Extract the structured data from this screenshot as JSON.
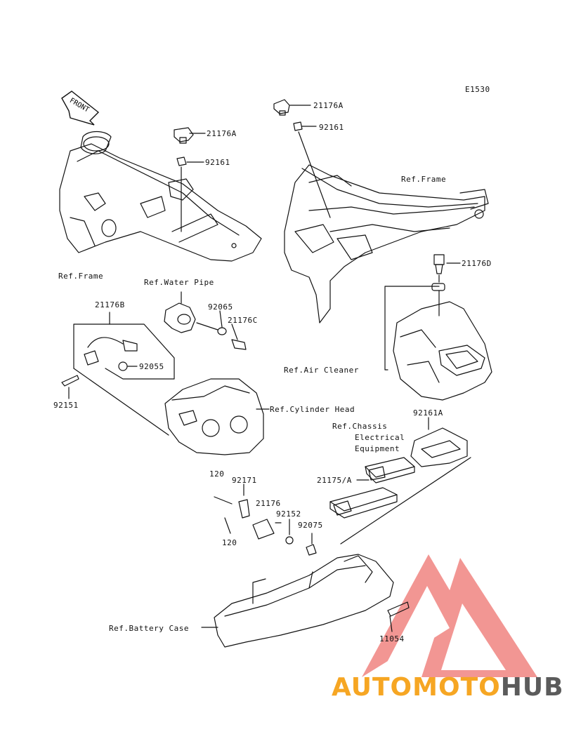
{
  "diagram_code": "E1530",
  "front_label": "FRONT",
  "labels": {
    "p_21176A_left": "21176A",
    "p_92161_left": "92161",
    "ref_frame_left": "Ref.Frame",
    "p_21176A_right": "21176A",
    "p_92161_right": "92161",
    "ref_frame_right": "Ref.Frame",
    "p_21176D": "21176D",
    "ref_water_pipe": "Ref.Water Pipe",
    "p_21176B": "21176B",
    "p_92065": "92065",
    "p_21176C": "21176C",
    "p_92055": "92055",
    "p_92151": "92151",
    "ref_air_cleaner": "Ref.Air Cleaner",
    "ref_cylinder_head": "Ref.Cylinder Head",
    "p_92161A": "92161A",
    "ref_chassis_1": "Ref.Chassis",
    "ref_chassis_2": "Electrical",
    "ref_chassis_3": "Equipment",
    "p_21175A": "21175/A",
    "p_120_top": "120",
    "p_92171": "92171",
    "p_21176": "21176",
    "p_92152": "92152",
    "p_120_bottom": "120",
    "p_92075": "92075",
    "ref_battery_case": "Ref.Battery Case",
    "p_11054": "11054"
  },
  "watermark": {
    "part1": "AUTOMOTO",
    "part2": "HUB",
    "color1": "#f6a623",
    "color2": "#5b5b5b",
    "logo_color": "#e8413c"
  }
}
